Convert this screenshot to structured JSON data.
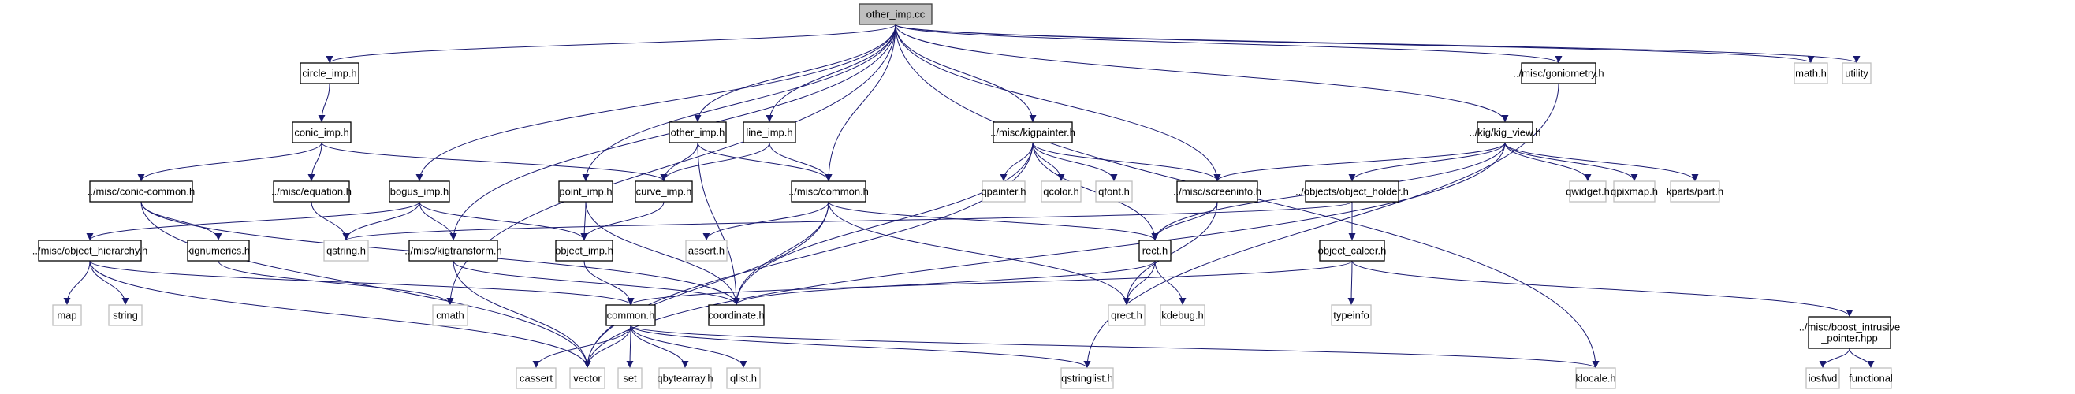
{
  "graph": {
    "title": "other_imp.cc",
    "colors": {
      "edge": "#191970",
      "root_fill": "#bfbfbf",
      "root_border": "#404040",
      "doc_border": "#000000",
      "external_border": "#bfbfbf",
      "node_fill": "#ffffff"
    },
    "nodes": [
      {
        "id": "other_imp_cc",
        "label": "other_imp.cc",
        "kind": "root"
      },
      {
        "id": "circle_imp_h",
        "label": "circle_imp.h",
        "kind": "doc"
      },
      {
        "id": "conic_imp_h",
        "label": "conic_imp.h",
        "kind": "doc"
      },
      {
        "id": "misc_conic_common_h",
        "label": "../misc/conic-common.h",
        "kind": "doc"
      },
      {
        "id": "misc_equation_h",
        "label": "../misc/equation.h",
        "kind": "doc"
      },
      {
        "id": "bogus_imp_h",
        "label": "bogus_imp.h",
        "kind": "doc"
      },
      {
        "id": "misc_object_hierarchy_h",
        "label": "../misc/object_hierarchy.h",
        "kind": "doc"
      },
      {
        "id": "kignumerics_h",
        "label": "kignumerics.h",
        "kind": "doc"
      },
      {
        "id": "qstring_h",
        "label": "qstring.h",
        "kind": "external"
      },
      {
        "id": "misc_kigtransform_h",
        "label": "../misc/kigtransform.h",
        "kind": "doc"
      },
      {
        "id": "map",
        "label": "map",
        "kind": "external"
      },
      {
        "id": "string",
        "label": "string",
        "kind": "external"
      },
      {
        "id": "cmath",
        "label": "cmath",
        "kind": "external"
      },
      {
        "id": "other_imp_h",
        "label": "other_imp.h",
        "kind": "doc"
      },
      {
        "id": "line_imp_h",
        "label": "line_imp.h",
        "kind": "doc"
      },
      {
        "id": "point_imp_h",
        "label": "point_imp.h",
        "kind": "doc"
      },
      {
        "id": "curve_imp_h",
        "label": "curve_imp.h",
        "kind": "doc"
      },
      {
        "id": "misc_common_h",
        "label": "../misc/common.h",
        "kind": "doc"
      },
      {
        "id": "object_imp_h",
        "label": "object_imp.h",
        "kind": "doc"
      },
      {
        "id": "assert_h",
        "label": "assert.h",
        "kind": "external"
      },
      {
        "id": "common_h",
        "label": "common.h",
        "kind": "doc"
      },
      {
        "id": "coordinate_h",
        "label": "coordinate.h",
        "kind": "doc"
      },
      {
        "id": "cassert",
        "label": "cassert",
        "kind": "external"
      },
      {
        "id": "vector",
        "label": "vector",
        "kind": "external"
      },
      {
        "id": "set",
        "label": "set",
        "kind": "external"
      },
      {
        "id": "qbytearray_h",
        "label": "qbytearray.h",
        "kind": "external"
      },
      {
        "id": "qlist_h",
        "label": "qlist.h",
        "kind": "external"
      },
      {
        "id": "misc_kigpainter_h",
        "label": "../misc/kigpainter.h",
        "kind": "doc"
      },
      {
        "id": "qpainter_h",
        "label": "qpainter.h",
        "kind": "external"
      },
      {
        "id": "qcolor_h",
        "label": "qcolor.h",
        "kind": "external"
      },
      {
        "id": "qfont_h",
        "label": "qfont.h",
        "kind": "external"
      },
      {
        "id": "misc_screeninfo_h",
        "label": "../misc/screeninfo.h",
        "kind": "doc"
      },
      {
        "id": "rect_h",
        "label": "rect.h",
        "kind": "doc"
      },
      {
        "id": "qrect_h",
        "label": "qrect.h",
        "kind": "external"
      },
      {
        "id": "kdebug_h",
        "label": "kdebug.h",
        "kind": "external"
      },
      {
        "id": "qstringlist_h",
        "label": "qstringlist.h",
        "kind": "external"
      },
      {
        "id": "kig_kig_view_h",
        "label": "../kig/kig_view.h",
        "kind": "doc"
      },
      {
        "id": "objects_object_holder_h",
        "label": "../objects/object_holder.h",
        "kind": "doc"
      },
      {
        "id": "object_calcer_h",
        "label": "object_calcer.h",
        "kind": "doc"
      },
      {
        "id": "typeinfo",
        "label": "typeinfo",
        "kind": "external"
      },
      {
        "id": "qwidget_h",
        "label": "qwidget.h",
        "kind": "external"
      },
      {
        "id": "qpixmap_h",
        "label": "qpixmap.h",
        "kind": "external"
      },
      {
        "id": "kparts_part_h",
        "label": "kparts/part.h",
        "kind": "external"
      },
      {
        "id": "misc_goniometry_h",
        "label": "../misc/goniometry.h",
        "kind": "doc"
      },
      {
        "id": "math_h",
        "label": "math.h",
        "kind": "external"
      },
      {
        "id": "utility",
        "label": "utility",
        "kind": "external"
      },
      {
        "id": "misc_boost_intrusive_pointer_hpp",
        "label": "../misc/boost_intrusive\n_pointer.hpp",
        "kind": "doc"
      },
      {
        "id": "iosfwd",
        "label": "iosfwd",
        "kind": "external"
      },
      {
        "id": "functional",
        "label": "functional",
        "kind": "external"
      },
      {
        "id": "klocale_h",
        "label": "klocale.h",
        "kind": "external"
      }
    ],
    "edges": [
      [
        "other_imp_cc",
        "circle_imp_h"
      ],
      [
        "other_imp_cc",
        "bogus_imp_h"
      ],
      [
        "other_imp_cc",
        "misc_kigtransform_h"
      ],
      [
        "other_imp_cc",
        "cmath"
      ],
      [
        "other_imp_cc",
        "point_imp_h"
      ],
      [
        "other_imp_cc",
        "other_imp_h"
      ],
      [
        "other_imp_cc",
        "line_imp_h"
      ],
      [
        "other_imp_cc",
        "misc_common_h"
      ],
      [
        "other_imp_cc",
        "misc_kigpainter_h"
      ],
      [
        "other_imp_cc",
        "misc_screeninfo_h"
      ],
      [
        "other_imp_cc",
        "kig_kig_view_h"
      ],
      [
        "other_imp_cc",
        "misc_goniometry_h"
      ],
      [
        "other_imp_cc",
        "math_h"
      ],
      [
        "other_imp_cc",
        "utility"
      ],
      [
        "other_imp_cc",
        "klocale_h"
      ],
      [
        "circle_imp_h",
        "conic_imp_h"
      ],
      [
        "conic_imp_h",
        "misc_conic_common_h"
      ],
      [
        "conic_imp_h",
        "misc_equation_h"
      ],
      [
        "conic_imp_h",
        "curve_imp_h"
      ],
      [
        "misc_conic_common_h",
        "kignumerics_h"
      ],
      [
        "misc_conic_common_h",
        "coordinate_h"
      ],
      [
        "misc_conic_common_h",
        "vector"
      ],
      [
        "misc_equation_h",
        "qstring_h"
      ],
      [
        "bogus_imp_h",
        "misc_object_hierarchy_h"
      ],
      [
        "bogus_imp_h",
        "qstring_h"
      ],
      [
        "bogus_imp_h",
        "misc_kigtransform_h"
      ],
      [
        "bogus_imp_h",
        "object_imp_h"
      ],
      [
        "misc_object_hierarchy_h",
        "map"
      ],
      [
        "misc_object_hierarchy_h",
        "string"
      ],
      [
        "misc_object_hierarchy_h",
        "common_h"
      ],
      [
        "misc_object_hierarchy_h",
        "vector"
      ],
      [
        "kignumerics_h",
        "cmath"
      ],
      [
        "misc_kigtransform_h",
        "coordinate_h"
      ],
      [
        "misc_kigtransform_h",
        "vector"
      ],
      [
        "other_imp_h",
        "curve_imp_h"
      ],
      [
        "other_imp_h",
        "misc_common_h"
      ],
      [
        "other_imp_h",
        "coordinate_h"
      ],
      [
        "line_imp_h",
        "curve_imp_h"
      ],
      [
        "line_imp_h",
        "misc_common_h"
      ],
      [
        "point_imp_h",
        "object_imp_h"
      ],
      [
        "point_imp_h",
        "coordinate_h"
      ],
      [
        "curve_imp_h",
        "object_imp_h"
      ],
      [
        "misc_common_h",
        "assert_h"
      ],
      [
        "misc_common_h",
        "coordinate_h"
      ],
      [
        "misc_common_h",
        "rect_h"
      ],
      [
        "misc_common_h",
        "qrect_h"
      ],
      [
        "misc_common_h",
        "vector"
      ],
      [
        "object_imp_h",
        "common_h"
      ],
      [
        "common_h",
        "cassert"
      ],
      [
        "common_h",
        "vector"
      ],
      [
        "common_h",
        "set"
      ],
      [
        "common_h",
        "qbytearray_h"
      ],
      [
        "common_h",
        "qlist_h"
      ],
      [
        "common_h",
        "qstringlist_h"
      ],
      [
        "common_h",
        "klocale_h"
      ],
      [
        "misc_kigpainter_h",
        "qpainter_h"
      ],
      [
        "misc_kigpainter_h",
        "qcolor_h"
      ],
      [
        "misc_kigpainter_h",
        "qfont_h"
      ],
      [
        "misc_kigpainter_h",
        "misc_screeninfo_h"
      ],
      [
        "misc_kigpainter_h",
        "rect_h"
      ],
      [
        "misc_kigpainter_h",
        "coordinate_h"
      ],
      [
        "misc_kigpainter_h",
        "vector"
      ],
      [
        "misc_screeninfo_h",
        "rect_h"
      ],
      [
        "misc_screeninfo_h",
        "qrect_h"
      ],
      [
        "rect_h",
        "coordinate_h"
      ],
      [
        "rect_h",
        "qrect_h"
      ],
      [
        "rect_h",
        "kdebug_h"
      ],
      [
        "kig_kig_view_h",
        "misc_screeninfo_h"
      ],
      [
        "kig_kig_view_h",
        "rect_h"
      ],
      [
        "kig_kig_view_h",
        "objects_object_holder_h"
      ],
      [
        "kig_kig_view_h",
        "qwidget_h"
      ],
      [
        "kig_kig_view_h",
        "qpixmap_h"
      ],
      [
        "kig_kig_view_h",
        "kparts_part_h"
      ],
      [
        "kig_kig_view_h",
        "vector"
      ],
      [
        "objects_object_holder_h",
        "object_calcer_h"
      ],
      [
        "objects_object_holder_h",
        "qstring_h"
      ],
      [
        "object_calcer_h",
        "common_h"
      ],
      [
        "object_calcer_h",
        "typeinfo"
      ],
      [
        "object_calcer_h",
        "misc_boost_intrusive_pointer_hpp"
      ],
      [
        "misc_goniometry_h",
        "qstringlist_h"
      ],
      [
        "misc_boost_intrusive_pointer_hpp",
        "iosfwd"
      ],
      [
        "misc_boost_intrusive_pointer_hpp",
        "functional"
      ]
    ]
  }
}
